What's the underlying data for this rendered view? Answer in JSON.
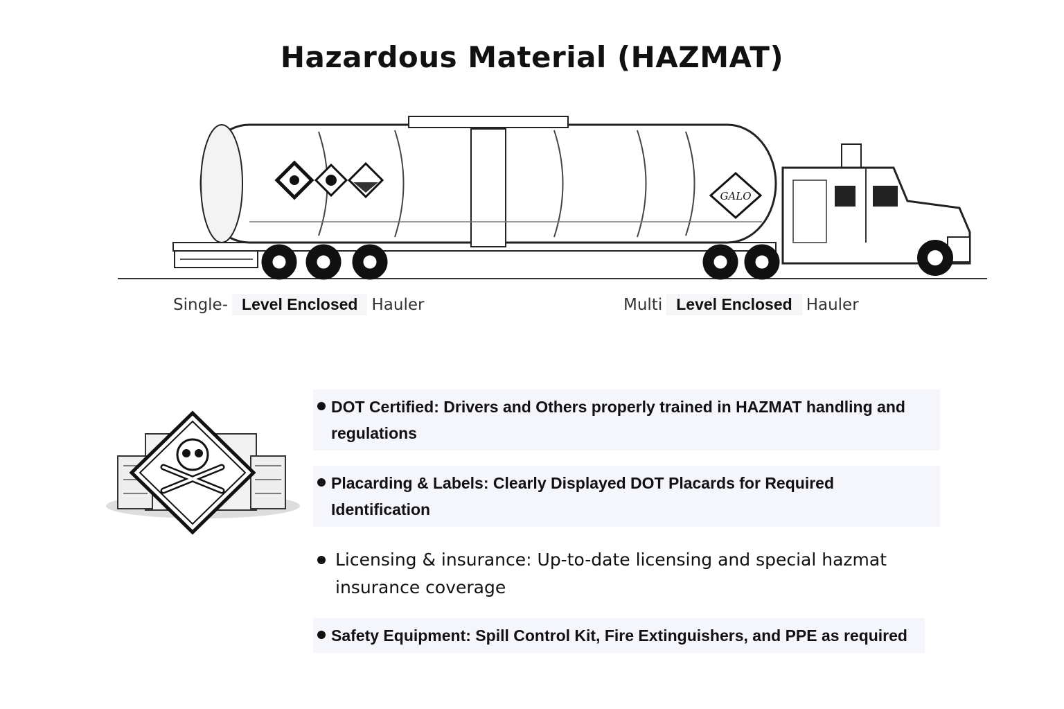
{
  "title": "Hazardous Material (HAZMAT)",
  "tanker": {
    "logo_text": "GALO"
  },
  "hauler_labels": [
    {
      "prefix": "Single-",
      "middle": "Level Enclosed",
      "suffix": "Hauler"
    },
    {
      "prefix": "Multi",
      "middle": "Level Enclosed",
      "suffix": "Hauler"
    }
  ],
  "bullets": [
    {
      "text": "DOT Certified: Drivers and Others properly trained in HAZMAT handling and regulations"
    },
    {
      "text": "Placarding & Labels: Clearly Displayed DOT Placards for Required Identification"
    },
    {
      "text": "Licensing & insurance: Up-to-date licensing and special hazmat insurance coverage"
    },
    {
      "text": "Safety Equipment: Spill Control Kit, Fire Extinguishers, and PPE as required"
    }
  ],
  "icons": [
    "diamond-placard-icon",
    "skull-crossbones-icon",
    "tanker-truck-icon"
  ]
}
